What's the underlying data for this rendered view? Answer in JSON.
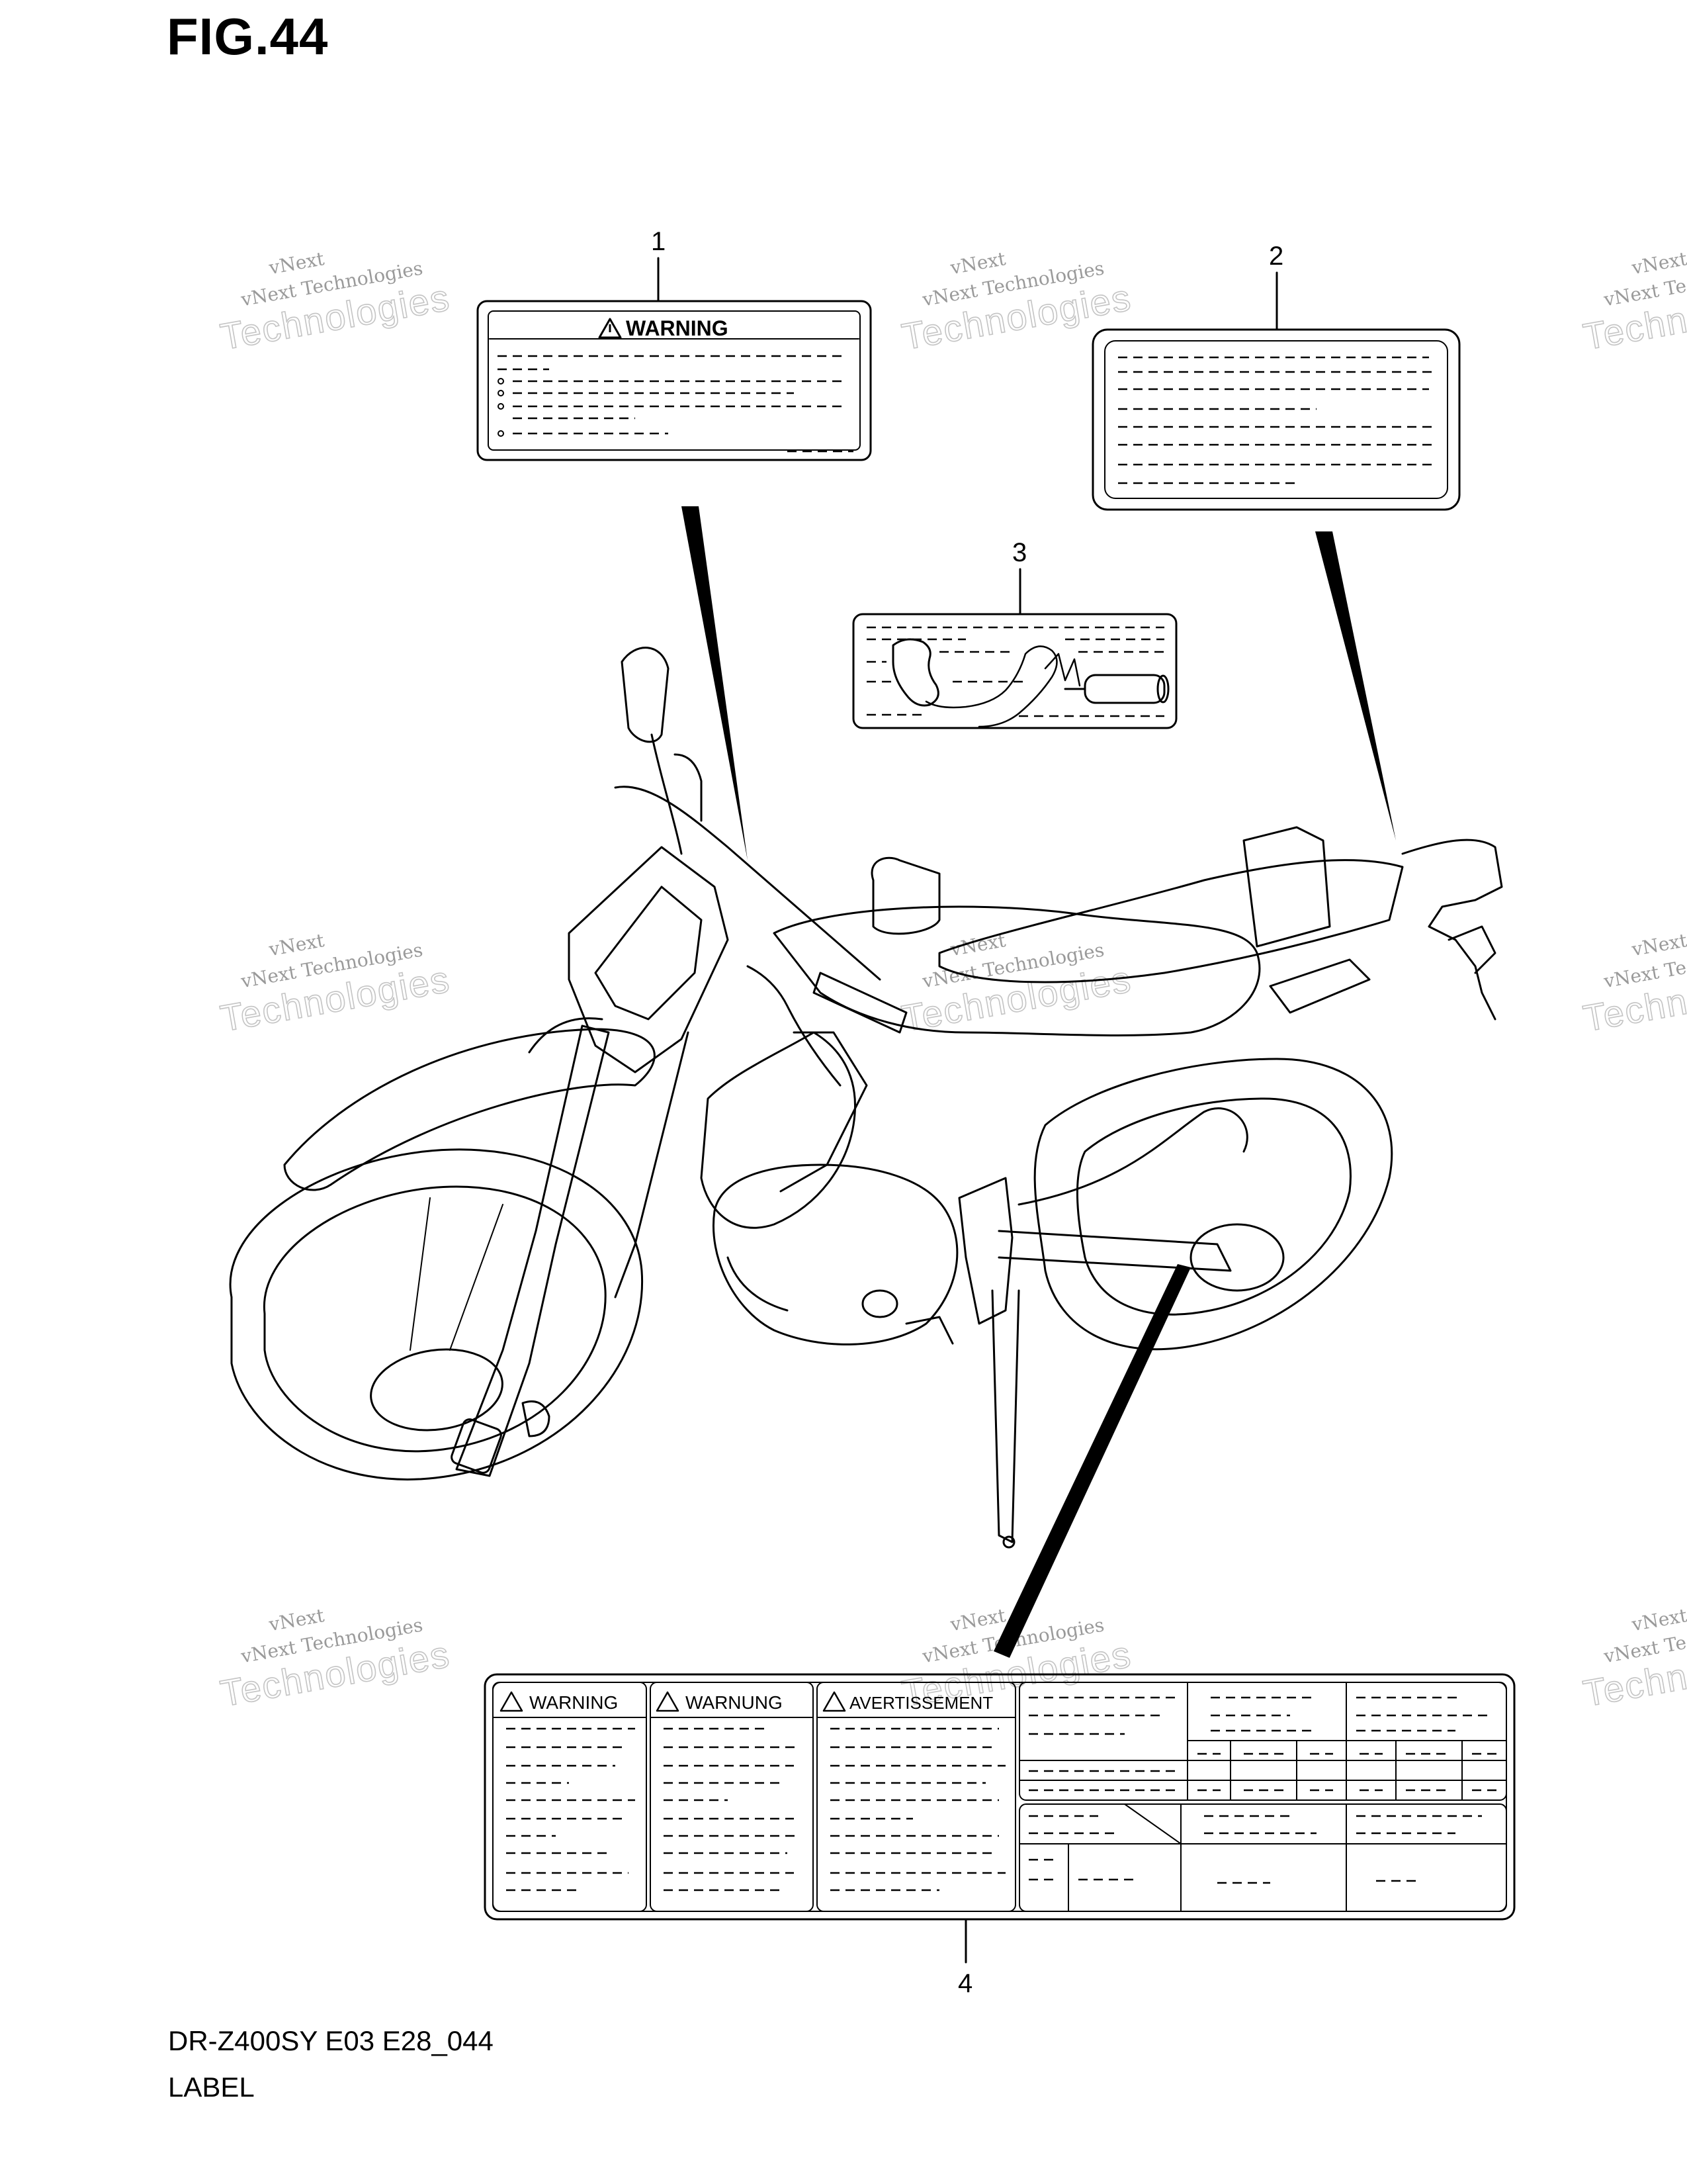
{
  "figure": {
    "title": "FIG.44",
    "model_code": "DR-Z400SY E03 E28_044",
    "section_name": "LABEL"
  },
  "callouts": [
    {
      "number": "1",
      "part": "warning-label"
    },
    {
      "number": "2",
      "part": "plain-label"
    },
    {
      "number": "3",
      "part": "pictogram-label"
    },
    {
      "number": "4",
      "part": "multilingual-information-label"
    }
  ],
  "labels": {
    "label1": {
      "heading": "WARNING"
    },
    "label4": {
      "panel_en": "WARNING",
      "panel_de": "WARNUNG",
      "panel_fr": "AVERTISSEMENT"
    }
  },
  "watermark": {
    "line1": "vNext",
    "line2": "vNext Technologies",
    "line3": "Technologies"
  },
  "colors": {
    "ink": "#000000",
    "background": "#ffffff",
    "watermark": "#9a9a9a"
  }
}
